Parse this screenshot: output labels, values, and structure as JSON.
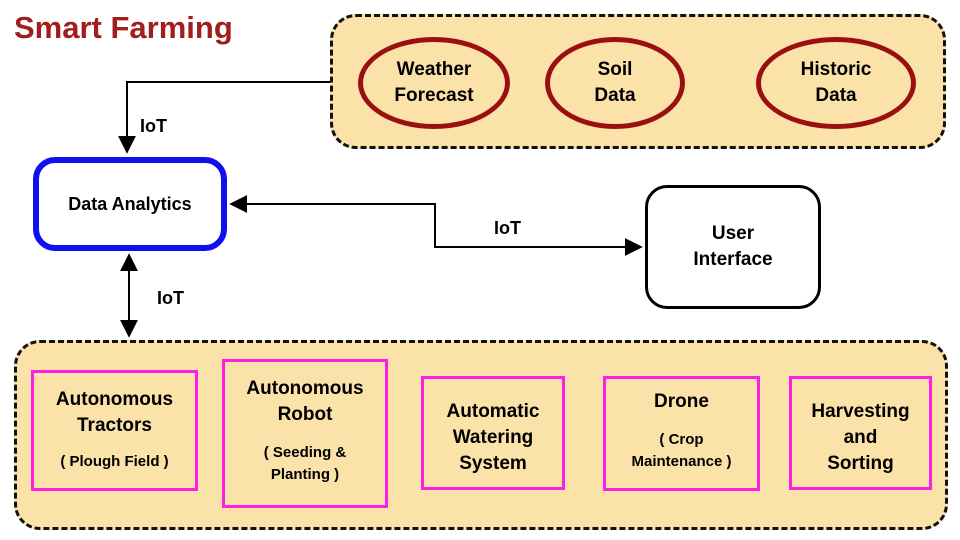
{
  "title": "Smart Farming",
  "sources": [
    {
      "line1": "Weather",
      "line2": "Forecast"
    },
    {
      "line1": "Soil",
      "line2": "Data"
    },
    {
      "line1": "Historic",
      "line2": "Data"
    }
  ],
  "analytics": {
    "label": "Data Analytics"
  },
  "user_interface": {
    "line1": "User",
    "line2": "Interface"
  },
  "connections": {
    "iot_top": "IoT",
    "iot_right": "IoT",
    "iot_bottom": "IoT"
  },
  "devices": [
    {
      "title1": "Autonomous",
      "title2": "Tractors",
      "sub1": "( Plough Field )",
      "sub2": ""
    },
    {
      "title1": "Autonomous",
      "title2": "Robot",
      "sub1": "( Seeding &",
      "sub2": "Planting )"
    },
    {
      "title1": "Automatic",
      "title2": "Watering",
      "title3": "System"
    },
    {
      "title1": "Drone",
      "sub1": "( Crop",
      "sub2": "Maintenance )"
    },
    {
      "title1": "Harvesting",
      "title2": "and",
      "title3": "Sorting"
    }
  ],
  "colors": {
    "title": "#a01e1e",
    "group_fill": "#fbe2a8",
    "oval_border": "#9a1010",
    "analytics_border": "#1010ee",
    "device_border": "#ff1ee6"
  }
}
